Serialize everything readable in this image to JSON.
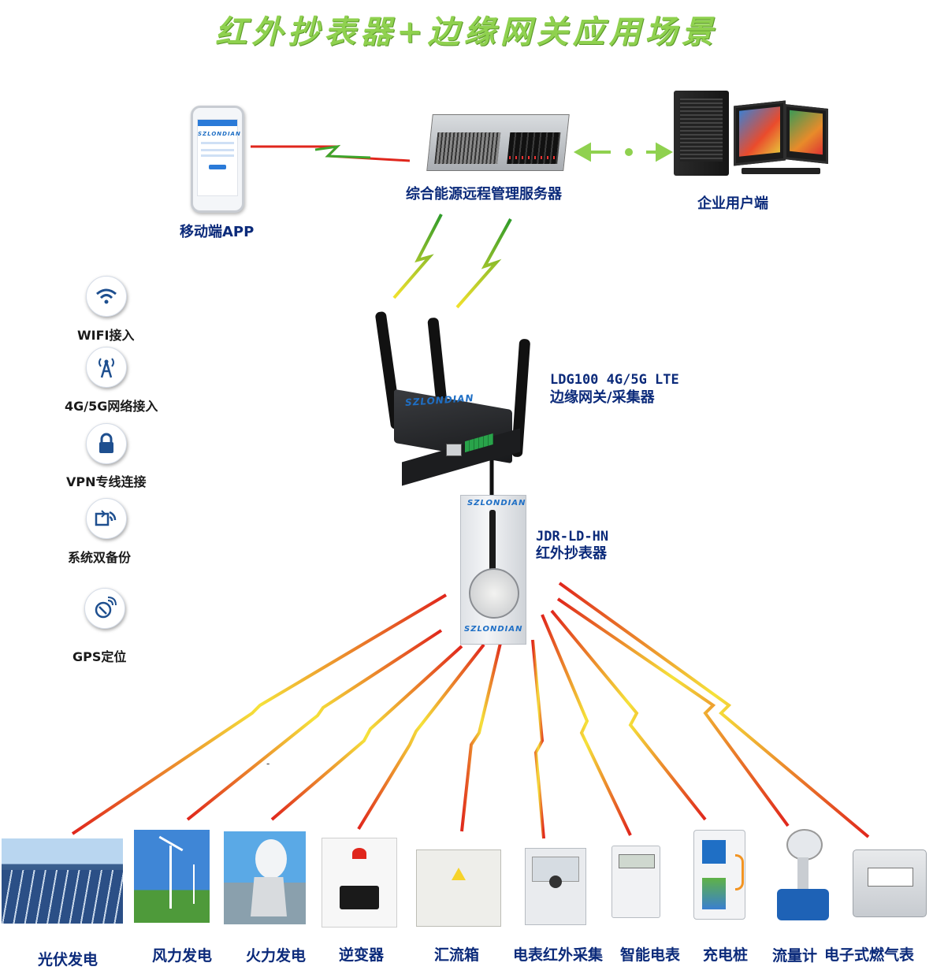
{
  "title": "红外抄表器+边缘网关应用场景",
  "brand": "SZLONDIAN",
  "top": {
    "app_label": "移动端APP",
    "server_label": "综合能源远程管理服务器",
    "enterprise_label": "企业用户端"
  },
  "gateway": {
    "line1": "LDG100 4G/5G LTE",
    "line2": "边缘网关/采集器"
  },
  "meter_reader": {
    "line1": "JDR-LD-HN",
    "line2": "红外抄表器"
  },
  "features": [
    {
      "label": "WIFI接入",
      "icon": "wifi-icon"
    },
    {
      "label": "4G/5G网络接入",
      "icon": "antenna-icon"
    },
    {
      "label": "VPN专线连接",
      "icon": "lock-icon"
    },
    {
      "label": "系统双备份",
      "icon": "backup-icon"
    },
    {
      "label": "GPS定位",
      "icon": "satellite-icon"
    }
  ],
  "devices": [
    {
      "label": "光伏发电"
    },
    {
      "label": "风力发电"
    },
    {
      "label": "火力发电"
    },
    {
      "label": "逆变器"
    },
    {
      "label": "汇流箱"
    },
    {
      "label": "电表红外采集"
    },
    {
      "label": "智能电表"
    },
    {
      "label": "充电桩"
    },
    {
      "label": "流量计"
    },
    {
      "label": "电子式燃气表"
    }
  ],
  "colors": {
    "title": "#8fd14f",
    "label_blue": "#0b2a7a",
    "bolt_red": "#e0261c",
    "bolt_yellow": "#f5e23a",
    "bolt_green": "#3da52b"
  }
}
